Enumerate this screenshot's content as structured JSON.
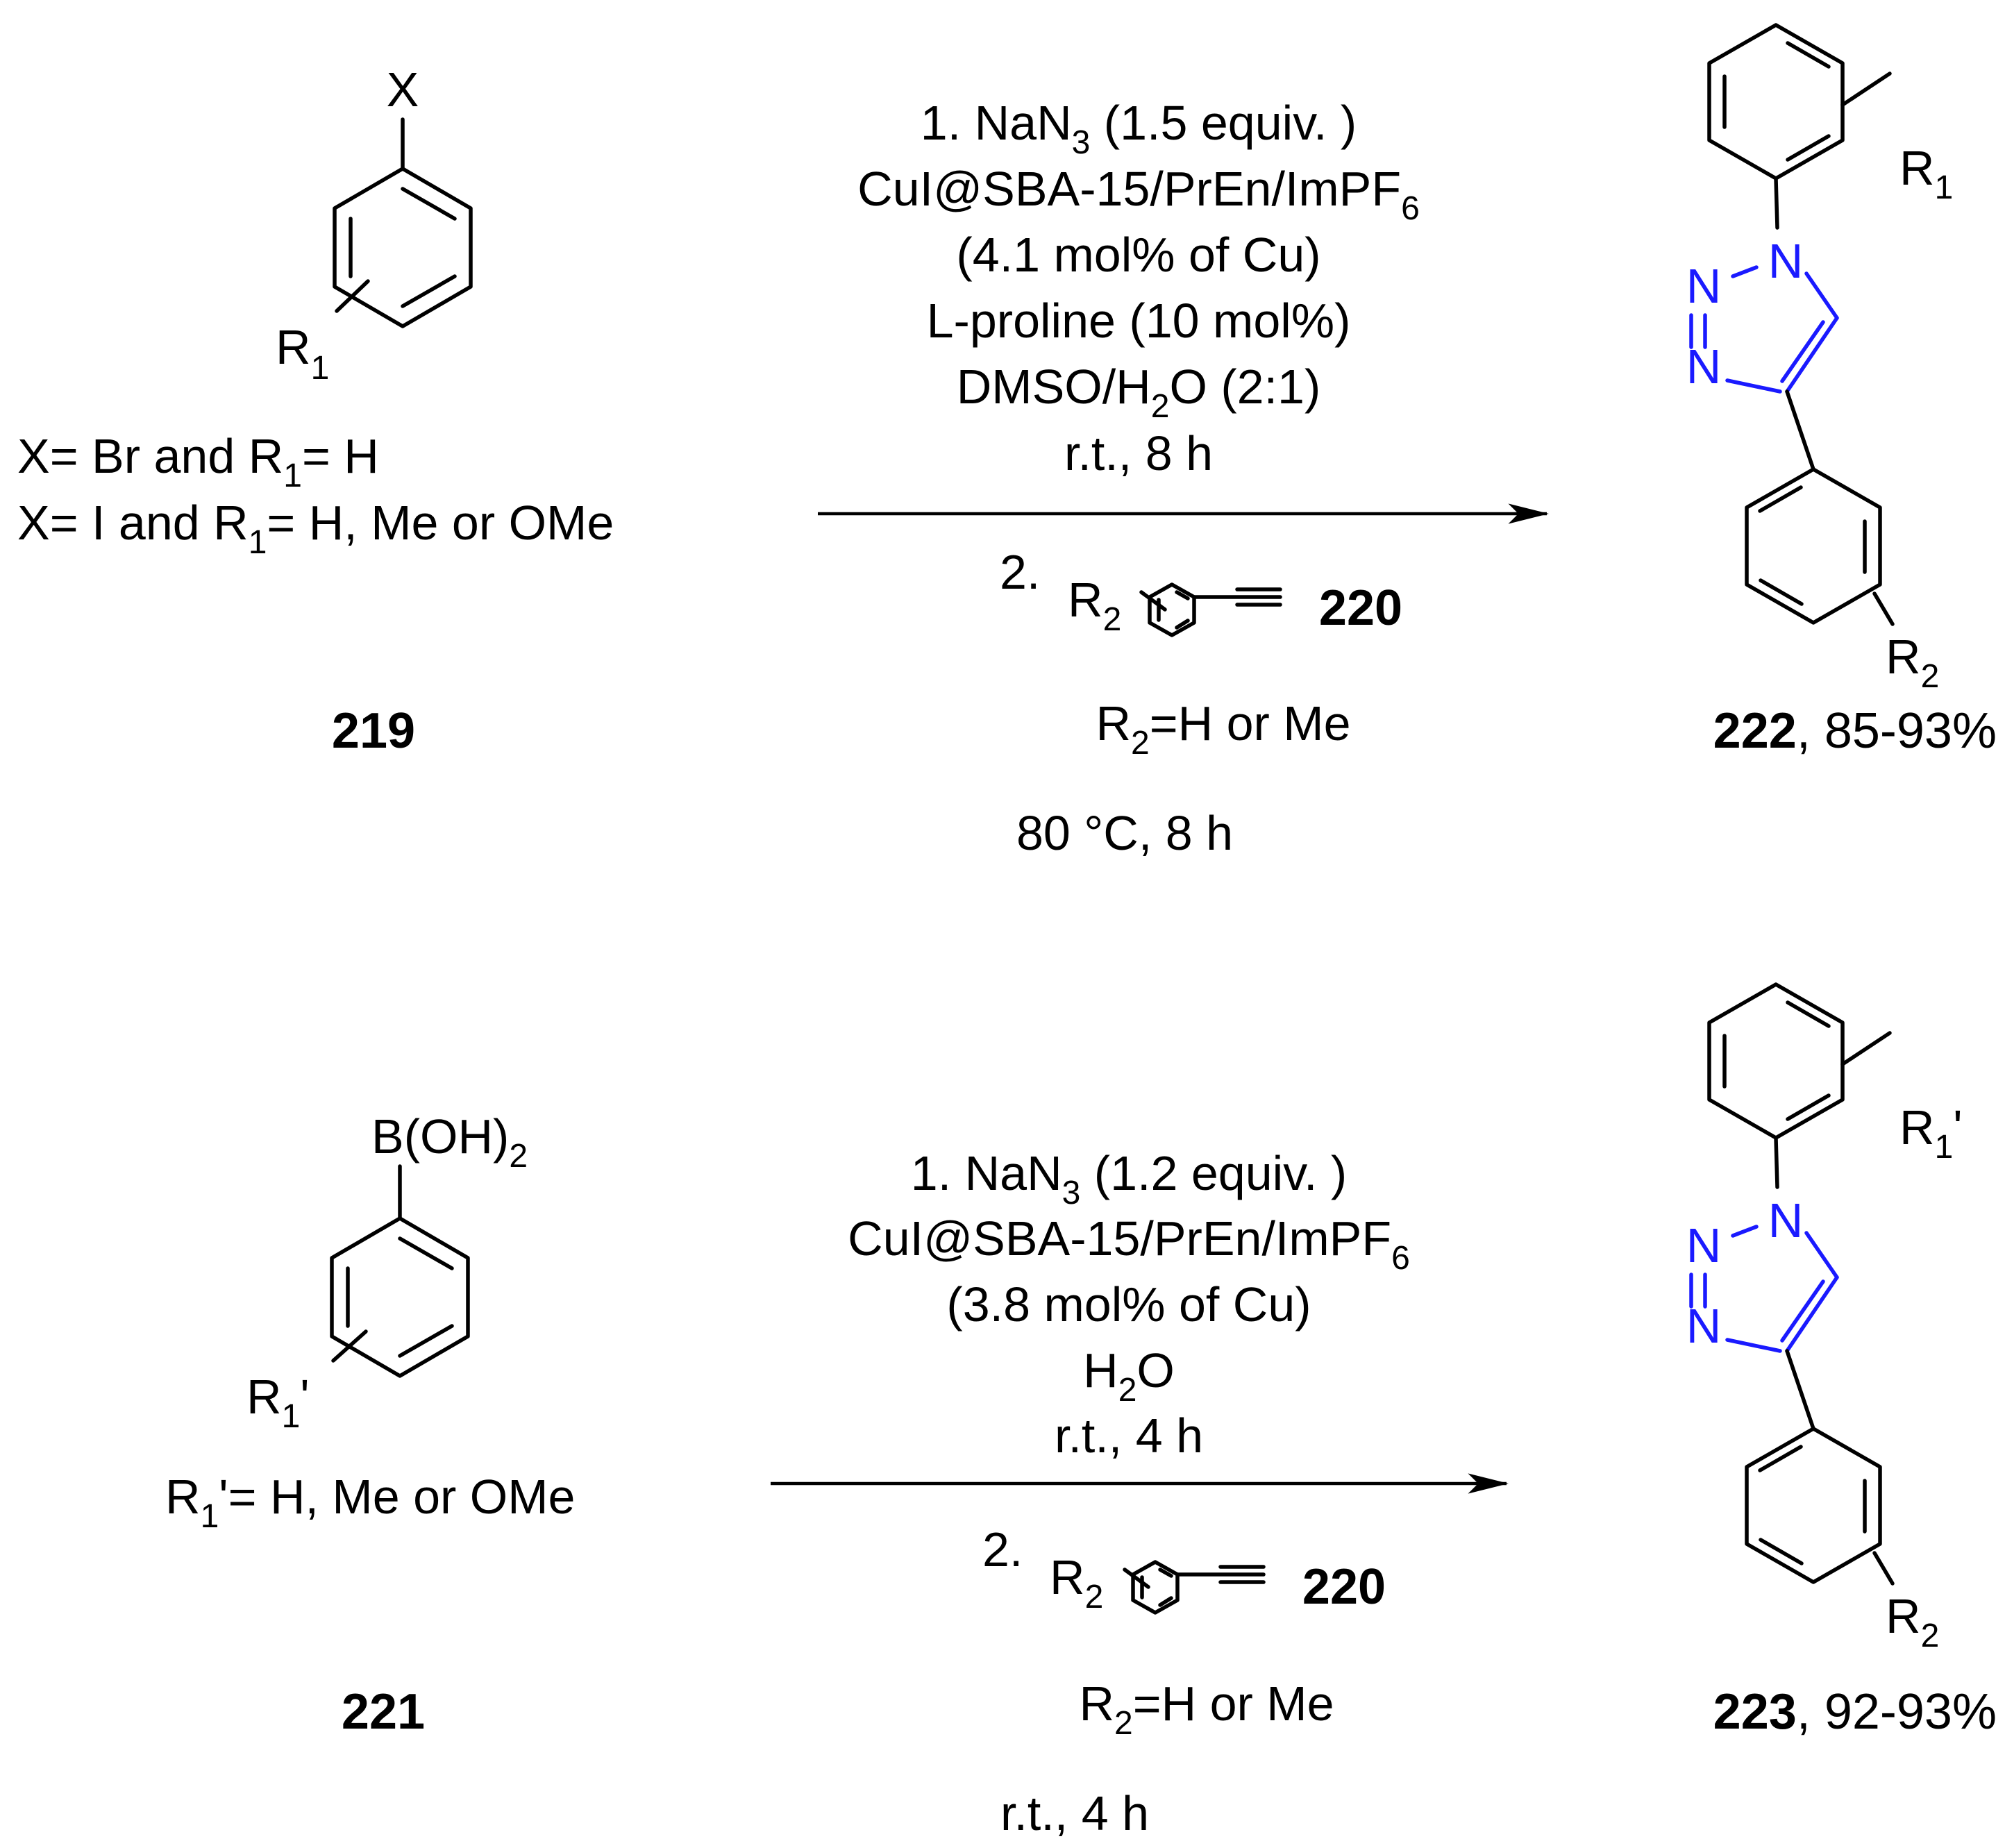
{
  "colors": {
    "nitrogen": "#1a1aff",
    "ink": "#000000"
  },
  "reaction_1": {
    "substituent_label": "X",
    "ring_substituent": {
      "main": "R",
      "sub": "1",
      "prime": ""
    },
    "note_lines": [
      {
        "a": "X= Br and R",
        "sub": "1",
        "b": "= H"
      },
      {
        "a": "X= I and R",
        "sub": "1",
        "b": "= H, Me or OMe"
      }
    ],
    "start_compound": "219",
    "conditions": [
      {
        "a": "1. NaN",
        "sub": "3",
        "b": " (1.5 equiv. )"
      },
      {
        "a": "CuI@SBA-15/PrEn/ImPF",
        "sub": "6",
        "b": ""
      },
      {
        "a": "(4.1 mol% of Cu)",
        "sub": "",
        "b": ""
      },
      {
        "a": "L-proline (10 mol%)",
        "sub": "",
        "b": ""
      },
      {
        "a": "DMSO/H",
        "sub": "2",
        "b": "O (2:1)"
      },
      {
        "a": "r.t., 8 h",
        "sub": "",
        "b": ""
      }
    ],
    "step2_prefix": "2.",
    "alkyne_substituent": {
      "main": "R",
      "sub": "2"
    },
    "alkyne_compound": "220",
    "r2_note": {
      "a": "R",
      "sub": "2",
      "b": "=H or Me"
    },
    "step2_conditions": "80 °C, 8 h",
    "product_r_top": {
      "main": "R",
      "sub": "1",
      "prime": ""
    },
    "product_r_bottom": {
      "main": "R",
      "sub": "2"
    },
    "product_compound": "222",
    "product_yield": ", 85-93%"
  },
  "reaction_2": {
    "substituent_label": {
      "a": "B(OH)",
      "sub": "2"
    },
    "ring_substituent": {
      "main": "R",
      "sub": "1",
      "prime": "'"
    },
    "note_lines": [
      {
        "a": "R",
        "sub": "1",
        "b": "'= H, Me or OMe"
      }
    ],
    "start_compound": "221",
    "conditions": [
      {
        "a": "1. NaN",
        "sub": "3",
        "b": " (1.2 equiv. )"
      },
      {
        "a": "CuI@SBA-15/PrEn/ImPF",
        "sub": "6",
        "b": ""
      },
      {
        "a": "(3.8 mol% of Cu)",
        "sub": "",
        "b": ""
      },
      {
        "a": "H",
        "sub": "2",
        "b": "O"
      },
      {
        "a": "r.t., 4 h",
        "sub": "",
        "b": ""
      }
    ],
    "step2_prefix": "2.",
    "alkyne_substituent": {
      "main": "R",
      "sub": "2"
    },
    "alkyne_compound": "220",
    "r2_note": {
      "a": "R",
      "sub": "2",
      "b": "=H or Me"
    },
    "step2_conditions": "r.t., 4 h",
    "product_r_top": {
      "main": "R",
      "sub": "1",
      "prime": "'"
    },
    "product_r_bottom": {
      "main": "R",
      "sub": "2"
    },
    "product_compound": "223",
    "product_yield": ", 92-93%"
  },
  "triazole_atoms": {
    "n1": "N",
    "n2": "N",
    "n3": "N",
    "single_dash": "–",
    "double_dash": "="
  }
}
